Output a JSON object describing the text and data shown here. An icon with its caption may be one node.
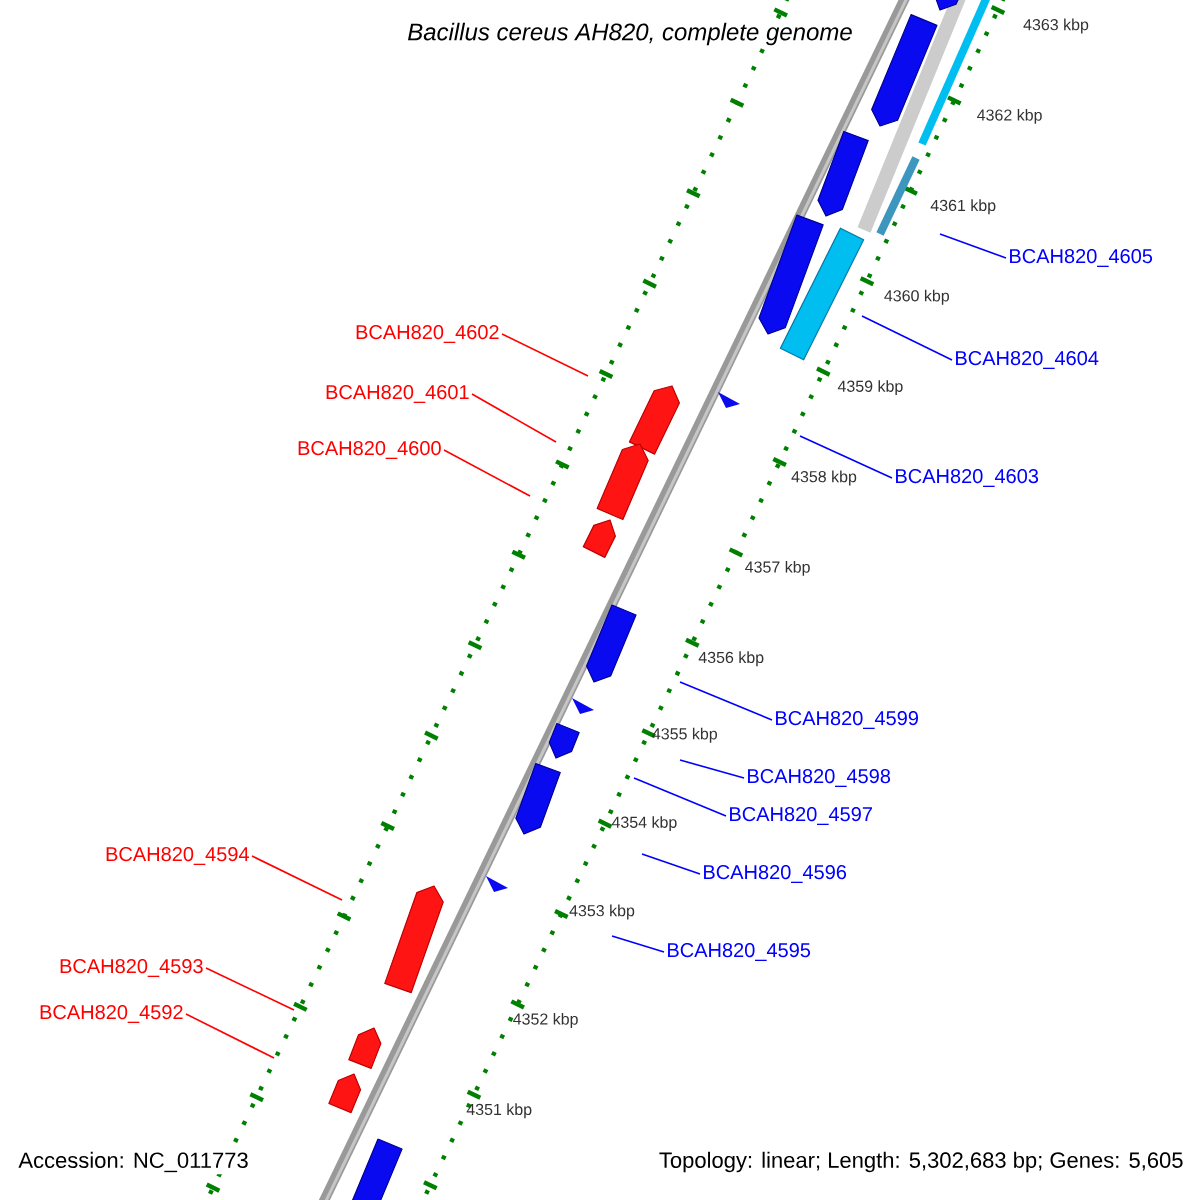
{
  "diagram": {
    "title": "Bacillus cereus AH820, complete genome",
    "nodes": [
      {
        "text": [
          "BCAH820_4605"
        ]
      },
      {
        "text": [
          "BCAH820_4602"
        ]
      },
      {
        "text": [
          "BCAH820_4604"
        ]
      },
      {
        "text": [
          "BCAH820_4601"
        ]
      },
      {
        "text": [
          "BCAH820_4600"
        ]
      },
      {
        "text": [
          "BCAH820_4603"
        ]
      },
      {
        "text": [
          "BCAH820_4599"
        ]
      },
      {
        "text": [
          "BCAH820_4598"
        ]
      },
      {
        "text": [
          "BCAH820_4597"
        ]
      },
      {
        "text": [
          "BCAH820_4594"
        ]
      },
      {
        "text": [
          "BCAH820_4596"
        ]
      },
      {
        "text": [
          "BCAH820_4595"
        ]
      },
      {
        "text": [
          "BCAH820_4593"
        ]
      },
      {
        "text": [
          "BCAH820_4592"
        ]
      }
    ],
    "edges": [
      {
        "from": 0,
        "to": null,
        "arrow": "none"
      },
      {
        "from": 1,
        "to": null,
        "arrow": "none",
        "color": "#ff0000"
      },
      {
        "from": 2,
        "to": null,
        "arrow": "none"
      },
      {
        "from": 3,
        "to": null,
        "arrow": "none",
        "color": "#ff0000"
      },
      {
        "from": 4,
        "to": null,
        "arrow": "none",
        "color": "#ff0000"
      },
      {
        "from": 5,
        "to": null,
        "arrow": "none"
      },
      {
        "from": 6,
        "to": null,
        "arrow": "none"
      },
      {
        "from": 7,
        "to": null,
        "arrow": "none"
      },
      {
        "from": 8,
        "to": null,
        "arrow": "none"
      },
      {
        "from": 9,
        "to": null,
        "arrow": "none",
        "color": "#ff0000"
      },
      {
        "from": 10,
        "to": null,
        "arrow": "none"
      },
      {
        "from": 11,
        "to": null,
        "arrow": "none"
      },
      {
        "from": 12,
        "to": null,
        "arrow": "none",
        "color": "#ff0000"
      },
      {
        "from": 13,
        "to": null,
        "arrow": "none",
        "color": "#ff0000"
      }
    ],
    "labels": [
      "4363 kbp",
      "4362 kbp",
      "4361 kbp",
      "4360 kbp",
      "4359 kbp",
      "4358 kbp",
      "4357 kbp",
      "4356 kbp",
      "4355 kbp",
      "4354 kbp",
      "4353 kbp",
      "4352 kbp",
      "4351 kbp",
      "Accession: NC_011773",
      "Topology: linear; Length: 5,302,683 bp; Genes: 5,605"
    ]
  }
}
